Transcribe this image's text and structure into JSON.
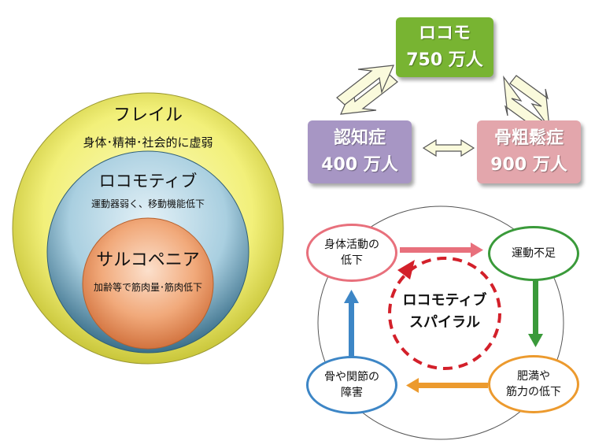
{
  "left": {
    "outer": {
      "title": "フレイル",
      "desc": "身体･精神･社会的に虚弱",
      "color": "#f2f07a"
    },
    "middle": {
      "title": "ロコモティブ",
      "desc": "運動器弱く、移動機能低下",
      "color": "#a9cfe0"
    },
    "inner": {
      "title": "サルコペニア",
      "desc": "加齢等で筋肉量･筋肉低下",
      "color": "#f1a97a"
    }
  },
  "triangle": {
    "top": {
      "line1": "ロコモ",
      "line2": "750 万人",
      "color": "#78b432"
    },
    "left": {
      "line1": "認知症",
      "line2": "400 万人",
      "color": "#a796c4"
    },
    "right": {
      "line1": "骨粗鬆症",
      "line2": "900 万人",
      "color": "#e3a6ac"
    }
  },
  "spiral": {
    "center_line1": "ロコモティブ",
    "center_line2": "スパイラル",
    "nodes": {
      "top_left": {
        "line1": "身体活動の",
        "line2": "低下",
        "color": "#e8707c"
      },
      "top_right": {
        "line1": "運動不足",
        "color": "#3a9a3a"
      },
      "bottom_right": {
        "line1": "肥満や",
        "line2": "筋力の低下",
        "color": "#ec9a2e"
      },
      "bottom_left": {
        "line1": "骨や関節の",
        "line2": "障害",
        "color": "#3d86c6"
      }
    }
  }
}
